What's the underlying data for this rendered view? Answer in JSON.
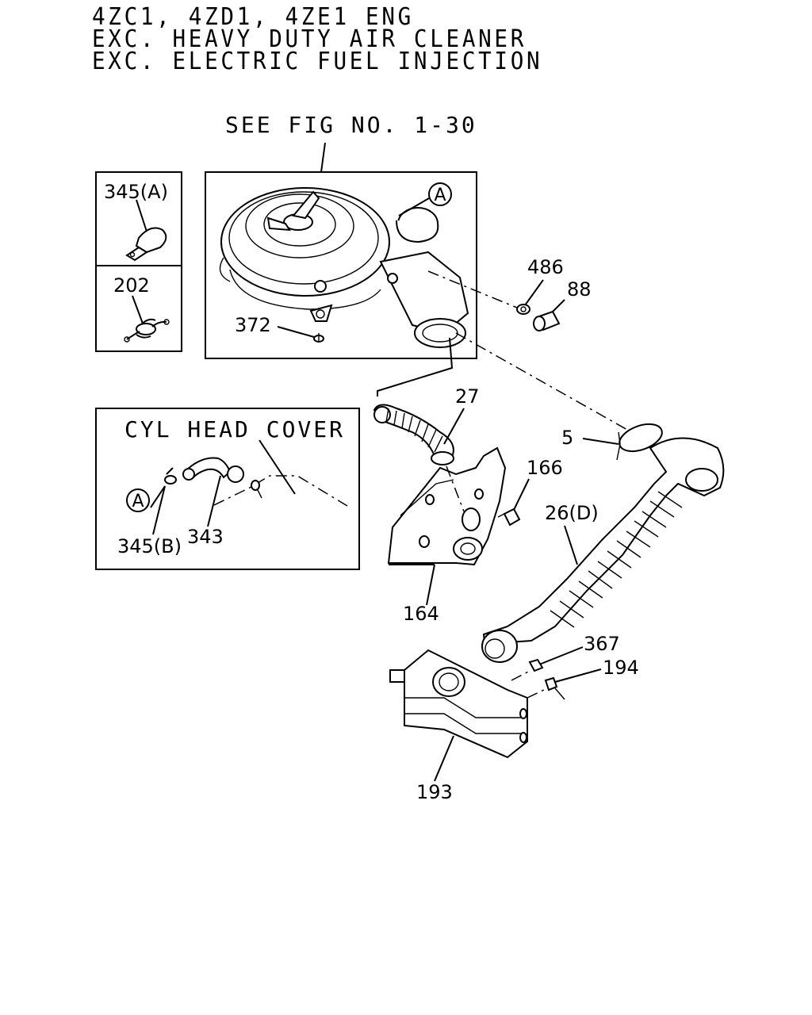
{
  "header": {
    "line1": "4ZC1, 4ZD1, 4ZE1 ENG",
    "line2": "EXC. HEAVY DUTY AIR CLEANER",
    "line3": "EXC. ELECTRIC FUEL INJECTION"
  },
  "see_fig": "SEE FIG NO. 1-30",
  "cyl_head_cover": "CYL HEAD COVER",
  "ref_marker": "A",
  "callouts": {
    "p345a": "345(A)",
    "p202": "202",
    "p372": "372",
    "p486": "486",
    "p88": "88",
    "p27": "27",
    "p5": "5",
    "p166": "166",
    "p26d": "26(D)",
    "p164": "164",
    "p367": "367",
    "p194": "194",
    "p193": "193",
    "p345b": "345(B)",
    "p343": "343"
  }
}
